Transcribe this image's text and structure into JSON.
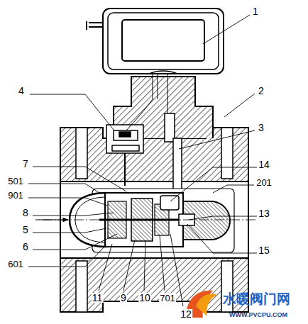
{
  "diagram": {
    "labels": [
      "1",
      "2",
      "3",
      "4",
      "7",
      "501",
      "901",
      "8",
      "5",
      "6",
      "601",
      "11",
      "9",
      "10",
      "701",
      "12",
      "13",
      "14",
      "201",
      "15",
      "水暖阀门网",
      "WWW.PVCPU.COM"
    ]
  }
}
